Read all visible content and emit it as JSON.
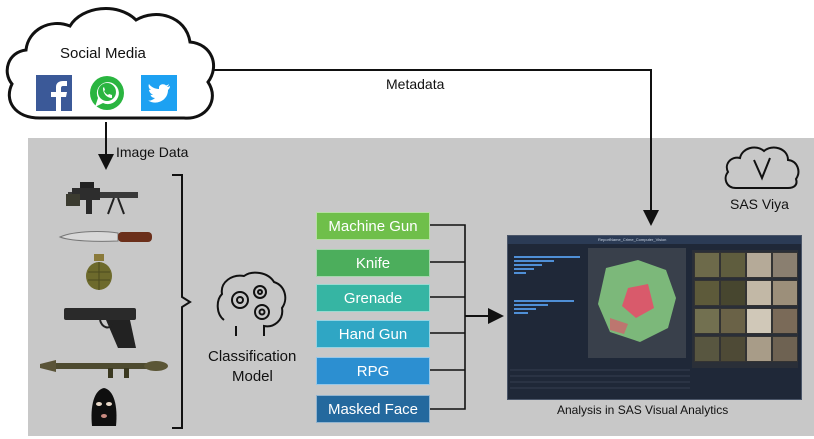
{
  "source": {
    "title": "Social Media",
    "icons": [
      "facebook-icon",
      "whatsapp-icon",
      "twitter-icon"
    ]
  },
  "edges": {
    "metadata": "Metadata",
    "image_data": "Image Data"
  },
  "platform": {
    "name": "SAS Viya"
  },
  "model": {
    "label_line1": "Classification",
    "label_line2": "Model"
  },
  "classes": [
    {
      "label": "Machine Gun",
      "color": "#6fbf4a"
    },
    {
      "label": "Knife",
      "color": "#4cae5c"
    },
    {
      "label": "Grenade",
      "color": "#36b5a3"
    },
    {
      "label": "Hand Gun",
      "color": "#2fa6c4"
    },
    {
      "label": "RPG",
      "color": "#2c8fd1"
    },
    {
      "label": "Masked Face",
      "color": "#24699e"
    }
  ],
  "analysis": {
    "caption": "Analysis in SAS Visual Analytics",
    "dashboard_title": "ReportName_Crime_Computer_Vision"
  },
  "colors": {
    "panel": "#c8c8c8",
    "line": "#111111"
  }
}
